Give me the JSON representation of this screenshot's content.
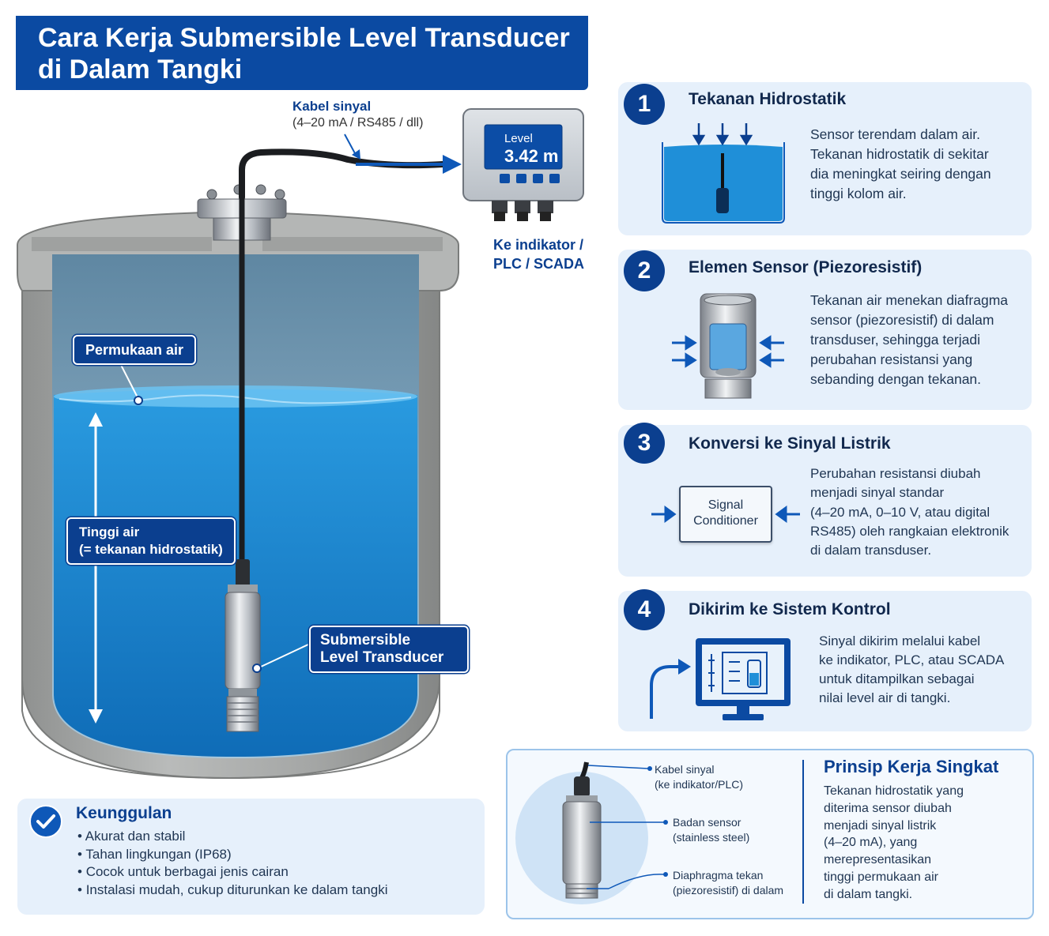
{
  "title": {
    "line1": "Cara Kerja Submersible Level Transducer",
    "line2": "di Dalam Tangki"
  },
  "tank": {
    "cable_label": "Kabel sinyal",
    "cable_sub": "(4–20 mA / RS485 / dll)",
    "display_label": "Level",
    "display_value": "3.42 m",
    "indicator_line1": "Ke indikator /",
    "indicator_line2": "PLC / SCADA",
    "surface_tag": "Permukaan air",
    "height_tag_line1": "Tinggi air",
    "height_tag_line2": "(= tekanan hidrostatik)",
    "sensor_tag_line1": "Submersible",
    "sensor_tag_line2": "Level Transducer"
  },
  "steps": [
    {
      "num": "1",
      "title": "Tekanan Hidrostatik",
      "lines": [
        "Sensor terendam dalam air.",
        "Tekanan hidrostatik di sekitar",
        "dia meningkat seiring dengan",
        "tinggi kolom air."
      ]
    },
    {
      "num": "2",
      "title": "Elemen Sensor (Piezoresistif)",
      "lines": [
        "Tekanan air menekan diafragma",
        "sensor (piezoresistif) di dalam",
        "transduser, sehingga terjadi",
        "perubahan resistansi yang",
        "sebanding dengan tekanan."
      ]
    },
    {
      "num": "3",
      "title": "Konversi ke Sinyal Listrik",
      "box_line1": "Signal",
      "box_line2": "Conditioner",
      "lines": [
        "Perubahan resistansi diubah",
        "menjadi sinyal standar",
        "(4–20 mA, 0–10 V, atau digital",
        "RS485) oleh rangkaian elektronik",
        "di dalam transduser."
      ]
    },
    {
      "num": "4",
      "title": "Dikirim ke Sistem Kontrol",
      "lines": [
        "Sinyal dikirim melalui kabel",
        "ke indikator, PLC, atau SCADA",
        "untuk ditampilkan sebagai",
        "nilai level air di tangki."
      ]
    }
  ],
  "advantages": {
    "title": "Keunggulan",
    "items": [
      "Akurat dan stabil",
      "Tahan lingkungan (IP68)",
      "Cocok untuk berbagai jenis cairan",
      "Instalasi mudah, cukup diturunkan ke dalam tangki"
    ]
  },
  "principle": {
    "ann1_line1": "Kabel sinyal",
    "ann1_line2": "(ke indikator/PLC)",
    "ann2_line1": "Badan sensor",
    "ann2_line2": "(stainless steel)",
    "ann3_line1": "Diaphragma tekan",
    "ann3_line2": "(piezoresistif) di dalam",
    "title": "Prinsip Kerja Singkat",
    "lines": [
      "Tekanan hidrostatik yang",
      "diterima sensor diubah",
      "menjadi sinyal listrik",
      "(4–20 mA), yang",
      "merepresentasikan",
      "tinggi permukaan air",
      "di dalam tangki."
    ]
  },
  "colors": {
    "primary": "#0b4aa2",
    "dark_blue": "#0b3f8f",
    "card_bg": "#e6f0fb",
    "water": "#1d86d0",
    "concrete": "#a7a9a8"
  }
}
